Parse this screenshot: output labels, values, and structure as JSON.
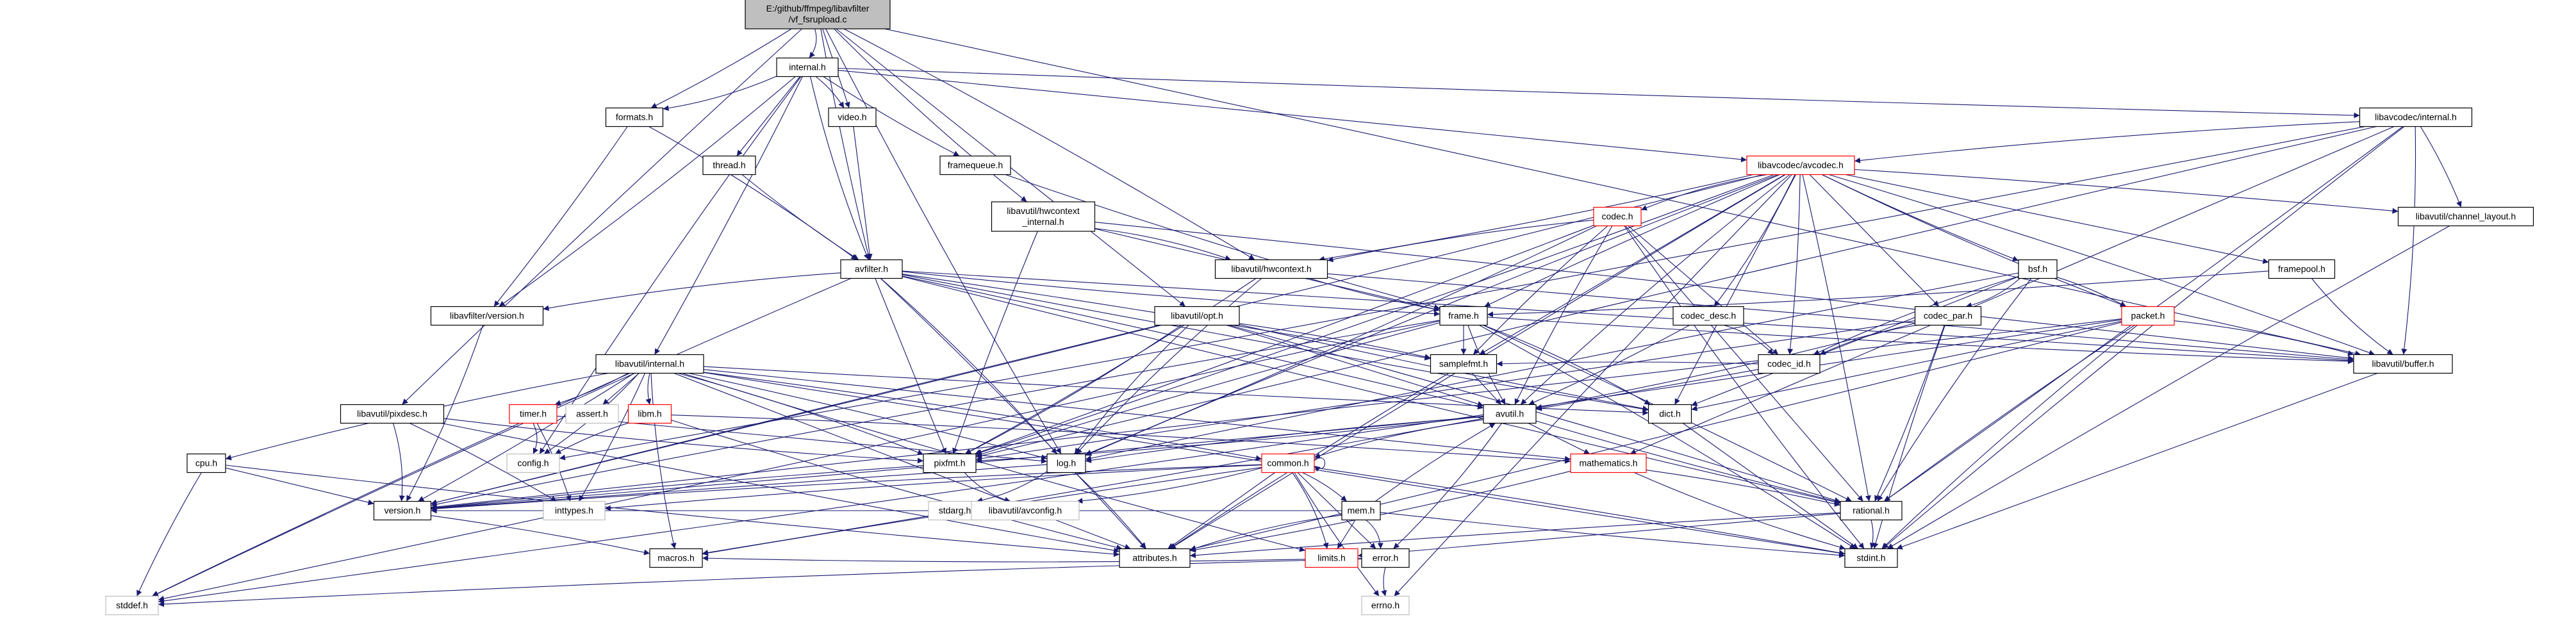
{
  "graph": {
    "root": "E:/github/ffmpeg/libavfilter/vf_fsrupload.c",
    "nodes": [
      {
        "id": "root",
        "lines": [
          "E:/github/ffmpeg/libavfilter",
          "/vf_fsrupload.c"
        ],
        "kind": "root"
      },
      {
        "id": "internal_h",
        "lines": [
          "internal.h"
        ],
        "kind": "normal"
      },
      {
        "id": "formats_h",
        "lines": [
          "formats.h"
        ],
        "kind": "normal"
      },
      {
        "id": "video_h",
        "lines": [
          "video.h"
        ],
        "kind": "normal"
      },
      {
        "id": "thread_h",
        "lines": [
          "thread.h"
        ],
        "kind": "normal"
      },
      {
        "id": "framequeue_h",
        "lines": [
          "framequeue.h"
        ],
        "kind": "normal"
      },
      {
        "id": "hwcontext_internal_h",
        "lines": [
          "libavutil/hwcontext",
          "_internal.h"
        ],
        "kind": "normal"
      },
      {
        "id": "avfilter_h",
        "lines": [
          "avfilter.h"
        ],
        "kind": "normal"
      },
      {
        "id": "lavfi_version_h",
        "lines": [
          "libavfilter/version.h"
        ],
        "kind": "normal"
      },
      {
        "id": "lavu_internal_h",
        "lines": [
          "libavutil/internal.h"
        ],
        "kind": "normal"
      },
      {
        "id": "pixdesc_h",
        "lines": [
          "libavutil/pixdesc.h"
        ],
        "kind": "normal"
      },
      {
        "id": "cpu_h",
        "lines": [
          "cpu.h"
        ],
        "kind": "normal"
      },
      {
        "id": "timer_h",
        "lines": [
          "timer.h"
        ],
        "kind": "missing"
      },
      {
        "id": "assert_h",
        "lines": [
          "assert.h"
        ],
        "kind": "plain"
      },
      {
        "id": "libm_h",
        "lines": [
          "libm.h"
        ],
        "kind": "missing"
      },
      {
        "id": "config_h",
        "lines": [
          "config.h"
        ],
        "kind": "plain"
      },
      {
        "id": "inttypes_h",
        "lines": [
          "inttypes.h"
        ],
        "kind": "plain"
      },
      {
        "id": "version_h",
        "lines": [
          "version.h"
        ],
        "kind": "normal"
      },
      {
        "id": "macros_h",
        "lines": [
          "macros.h"
        ],
        "kind": "normal"
      },
      {
        "id": "stddef_h",
        "lines": [
          "stddef.h"
        ],
        "kind": "plain"
      },
      {
        "id": "hwcontext_h",
        "lines": [
          "libavutil/hwcontext.h"
        ],
        "kind": "normal"
      },
      {
        "id": "opt_h",
        "lines": [
          "libavutil/opt.h"
        ],
        "kind": "normal"
      },
      {
        "id": "frame_h",
        "lines": [
          "frame.h"
        ],
        "kind": "normal"
      },
      {
        "id": "samplefmt_h",
        "lines": [
          "samplefmt.h"
        ],
        "kind": "normal"
      },
      {
        "id": "avutil_h",
        "lines": [
          "avutil.h"
        ],
        "kind": "normal"
      },
      {
        "id": "dict_h",
        "lines": [
          "dict.h"
        ],
        "kind": "normal"
      },
      {
        "id": "pixfmt_h",
        "lines": [
          "pixfmt.h"
        ],
        "kind": "normal"
      },
      {
        "id": "log_h",
        "lines": [
          "log.h"
        ],
        "kind": "normal"
      },
      {
        "id": "common_h",
        "lines": [
          "common.h"
        ],
        "kind": "missing"
      },
      {
        "id": "stdarg_h",
        "lines": [
          "stdarg.h"
        ],
        "kind": "plain"
      },
      {
        "id": "avconfig_h",
        "lines": [
          "libavutil/avconfig.h"
        ],
        "kind": "plain"
      },
      {
        "id": "mathematics_h",
        "lines": [
          "mathematics.h"
        ],
        "kind": "missing"
      },
      {
        "id": "mem_h",
        "lines": [
          "mem.h"
        ],
        "kind": "normal"
      },
      {
        "id": "attributes_h",
        "lines": [
          "attributes.h"
        ],
        "kind": "normal"
      },
      {
        "id": "limits_h",
        "lines": [
          "limits.h"
        ],
        "kind": "missing"
      },
      {
        "id": "error_h",
        "lines": [
          "error.h"
        ],
        "kind": "normal"
      },
      {
        "id": "errno_h",
        "lines": [
          "errno.h"
        ],
        "kind": "plain"
      },
      {
        "id": "rational_h",
        "lines": [
          "rational.h"
        ],
        "kind": "normal"
      },
      {
        "id": "stdint_h",
        "lines": [
          "stdint.h"
        ],
        "kind": "normal"
      },
      {
        "id": "avcodec_h",
        "lines": [
          "libavcodec/avcodec.h"
        ],
        "kind": "missing"
      },
      {
        "id": "lavc_internal_h",
        "lines": [
          "libavcodec/internal.h"
        ],
        "kind": "normal"
      },
      {
        "id": "codec_h",
        "lines": [
          "codec.h"
        ],
        "kind": "missing"
      },
      {
        "id": "codec_desc_h",
        "lines": [
          "codec_desc.h"
        ],
        "kind": "normal"
      },
      {
        "id": "codec_id_h",
        "lines": [
          "codec_id.h"
        ],
        "kind": "normal"
      },
      {
        "id": "codec_par_h",
        "lines": [
          "codec_par.h"
        ],
        "kind": "normal"
      },
      {
        "id": "bsf_h",
        "lines": [
          "bsf.h"
        ],
        "kind": "normal"
      },
      {
        "id": "packet_h",
        "lines": [
          "packet.h"
        ],
        "kind": "missing"
      },
      {
        "id": "buffer_h",
        "lines": [
          "libavutil/buffer.h"
        ],
        "kind": "normal"
      },
      {
        "id": "channel_layout_h",
        "lines": [
          "libavutil/channel_layout.h"
        ],
        "kind": "normal"
      },
      {
        "id": "framepool_h",
        "lines": [
          "framepool.h"
        ],
        "kind": "normal"
      }
    ],
    "edges": [
      [
        "root",
        "internal_h"
      ],
      [
        "root",
        "formats_h"
      ],
      [
        "root",
        "video_h"
      ],
      [
        "root",
        "avfilter_h"
      ],
      [
        "root",
        "hwcontext_internal_h"
      ],
      [
        "root",
        "hwcontext_h"
      ],
      [
        "root",
        "buffer_h"
      ],
      [
        "root",
        "opt_h"
      ],
      [
        "root",
        "pixdesc_h"
      ],
      [
        "root",
        "log_h"
      ],
      [
        "internal_h",
        "formats_h"
      ],
      [
        "internal_h",
        "video_h"
      ],
      [
        "internal_h",
        "thread_h"
      ],
      [
        "internal_h",
        "framequeue_h"
      ],
      [
        "internal_h",
        "avfilter_h"
      ],
      [
        "internal_h",
        "lavfi_version_h"
      ],
      [
        "internal_h",
        "lavu_internal_h"
      ],
      [
        "internal_h",
        "avcodec_h"
      ],
      [
        "internal_h",
        "lavc_internal_h"
      ],
      [
        "internal_h",
        "config_h"
      ],
      [
        "formats_h",
        "avfilter_h"
      ],
      [
        "formats_h",
        "lavfi_version_h"
      ],
      [
        "video_h",
        "avfilter_h"
      ],
      [
        "thread_h",
        "avfilter_h"
      ],
      [
        "framequeue_h",
        "frame_h"
      ],
      [
        "hwcontext_internal_h",
        "hwcontext_h"
      ],
      [
        "hwcontext_internal_h",
        "buffer_h"
      ],
      [
        "hwcontext_internal_h",
        "frame_h"
      ],
      [
        "hwcontext_internal_h",
        "pixfmt_h"
      ],
      [
        "avfilter_h",
        "lavfi_version_h"
      ],
      [
        "avfilter_h",
        "attributes_h"
      ],
      [
        "avfilter_h",
        "avutil_h"
      ],
      [
        "avfilter_h",
        "buffer_h"
      ],
      [
        "avfilter_h",
        "dict_h"
      ],
      [
        "avfilter_h",
        "frame_h"
      ],
      [
        "avfilter_h",
        "log_h"
      ],
      [
        "avfilter_h",
        "samplefmt_h"
      ],
      [
        "avfilter_h",
        "pixfmt_h"
      ],
      [
        "avfilter_h",
        "rational_h"
      ],
      [
        "avfilter_h",
        "stddef_h"
      ],
      [
        "lavfi_version_h",
        "version_h"
      ],
      [
        "lavu_internal_h",
        "timer_h"
      ],
      [
        "lavu_internal_h",
        "assert_h"
      ],
      [
        "lavu_internal_h",
        "libm_h"
      ],
      [
        "lavu_internal_h",
        "cpu_h"
      ],
      [
        "lavu_internal_h",
        "config_h"
      ],
      [
        "lavu_internal_h",
        "inttypes_h"
      ],
      [
        "lavu_internal_h",
        "attributes_h"
      ],
      [
        "lavu_internal_h",
        "dict_h"
      ],
      [
        "lavu_internal_h",
        "macros_h"
      ],
      [
        "lavu_internal_h",
        "pixfmt_h"
      ],
      [
        "lavu_internal_h",
        "version_h"
      ],
      [
        "lavu_internal_h",
        "stdint_h"
      ],
      [
        "lavu_internal_h",
        "stddef_h"
      ],
      [
        "lavu_internal_h",
        "limits_h"
      ],
      [
        "lavu_internal_h",
        "common_h"
      ],
      [
        "lavu_internal_h",
        "log_h"
      ],
      [
        "lavu_internal_h",
        "mathematics_h"
      ],
      [
        "pixdesc_h",
        "attributes_h"
      ],
      [
        "pixdesc_h",
        "pixfmt_h"
      ],
      [
        "pixdesc_h",
        "version_h"
      ],
      [
        "pixdesc_h",
        "inttypes_h"
      ],
      [
        "cpu_h",
        "version_h"
      ],
      [
        "cpu_h",
        "stddef_h"
      ],
      [
        "cpu_h",
        "attributes_h"
      ],
      [
        "timer_h",
        "config_h"
      ],
      [
        "timer_h",
        "inttypes_h"
      ],
      [
        "timer_h",
        "log_h"
      ],
      [
        "libm_h",
        "config_h"
      ],
      [
        "libm_h",
        "attributes_h"
      ],
      [
        "libm_h",
        "mathematics_h"
      ],
      [
        "version_h",
        "macros_h"
      ],
      [
        "hwcontext_h",
        "buffer_h"
      ],
      [
        "hwcontext_h",
        "frame_h"
      ],
      [
        "hwcontext_h",
        "log_h"
      ],
      [
        "hwcontext_h",
        "pixfmt_h"
      ],
      [
        "opt_h",
        "rational_h"
      ],
      [
        "opt_h",
        "avutil_h"
      ],
      [
        "opt_h",
        "dict_h"
      ],
      [
        "opt_h",
        "log_h"
      ],
      [
        "opt_h",
        "pixfmt_h"
      ],
      [
        "opt_h",
        "samplefmt_h"
      ],
      [
        "opt_h",
        "version_h"
      ],
      [
        "frame_h",
        "avutil_h"
      ],
      [
        "frame_h",
        "buffer_h"
      ],
      [
        "frame_h",
        "dict_h"
      ],
      [
        "frame_h",
        "rational_h"
      ],
      [
        "frame_h",
        "samplefmt_h"
      ],
      [
        "frame_h",
        "pixfmt_h"
      ],
      [
        "frame_h",
        "version_h"
      ],
      [
        "frame_h",
        "stdint_h"
      ],
      [
        "frame_h",
        "stddef_h"
      ],
      [
        "samplefmt_h",
        "avutil_h"
      ],
      [
        "samplefmt_h",
        "attributes_h"
      ],
      [
        "avutil_h",
        "common_h"
      ],
      [
        "avutil_h",
        "error_h"
      ],
      [
        "avutil_h",
        "version_h"
      ],
      [
        "avutil_h",
        "mathematics_h"
      ],
      [
        "avutil_h",
        "rational_h"
      ],
      [
        "avutil_h",
        "log_h"
      ],
      [
        "avutil_h",
        "pixfmt_h"
      ],
      [
        "avutil_h",
        "macros_h"
      ],
      [
        "dict_h",
        "stdint_h"
      ],
      [
        "pixfmt_h",
        "version_h"
      ],
      [
        "pixfmt_h",
        "avconfig_h"
      ],
      [
        "log_h",
        "stdarg_h"
      ],
      [
        "log_h",
        "attributes_h"
      ],
      [
        "log_h",
        "version_h"
      ],
      [
        "common_h",
        "errno_h"
      ],
      [
        "common_h",
        "inttypes_h"
      ],
      [
        "common_h",
        "limits_h"
      ],
      [
        "common_h",
        "stdint_h"
      ],
      [
        "common_h",
        "attributes_h"
      ],
      [
        "common_h",
        "macros_h"
      ],
      [
        "common_h",
        "version_h"
      ],
      [
        "common_h",
        "avconfig_h"
      ],
      [
        "common_h",
        "mem_h"
      ],
      [
        "common_h",
        "error_h"
      ],
      [
        "common_h",
        "common_h"
      ],
      [
        "mathematics_h",
        "stdint_h"
      ],
      [
        "mathematics_h",
        "attributes_h"
      ],
      [
        "mathematics_h",
        "rational_h"
      ],
      [
        "mem_h",
        "limits_h"
      ],
      [
        "mem_h",
        "stdint_h"
      ],
      [
        "mem_h",
        "attributes_h"
      ],
      [
        "mem_h",
        "error_h"
      ],
      [
        "mem_h",
        "avutil_h"
      ],
      [
        "mem_h",
        "version_h"
      ],
      [
        "error_h",
        "errno_h"
      ],
      [
        "error_h",
        "stddef_h"
      ],
      [
        "error_h",
        "macros_h"
      ],
      [
        "rational_h",
        "stdint_h"
      ],
      [
        "rational_h",
        "limits_h"
      ],
      [
        "rational_h",
        "attributes_h"
      ],
      [
        "avcodec_h",
        "codec_h"
      ],
      [
        "avcodec_h",
        "codec_desc_h"
      ],
      [
        "avcodec_h",
        "codec_id_h"
      ],
      [
        "avcodec_h",
        "codec_par_h"
      ],
      [
        "avcodec_h",
        "bsf_h"
      ],
      [
        "avcodec_h",
        "packet_h"
      ],
      [
        "avcodec_h",
        "buffer_h"
      ],
      [
        "avcodec_h",
        "channel_layout_h"
      ],
      [
        "avcodec_h",
        "dict_h"
      ],
      [
        "avcodec_h",
        "frame_h"
      ],
      [
        "avcodec_h",
        "log_h"
      ],
      [
        "avcodec_h",
        "pixfmt_h"
      ],
      [
        "avcodec_h",
        "rational_h"
      ],
      [
        "avcodec_h",
        "samplefmt_h"
      ],
      [
        "avcodec_h",
        "attributes_h"
      ],
      [
        "avcodec_h",
        "avutil_h"
      ],
      [
        "avcodec_h",
        "hwcontext_h"
      ],
      [
        "avcodec_h",
        "version_h"
      ],
      [
        "avcodec_h",
        "framepool_h"
      ],
      [
        "avcodec_h",
        "errno_h"
      ],
      [
        "lavc_internal_h",
        "avcodec_h"
      ],
      [
        "lavc_internal_h",
        "buffer_h"
      ],
      [
        "lavc_internal_h",
        "channel_layout_h"
      ],
      [
        "lavc_internal_h",
        "mathematics_h"
      ],
      [
        "lavc_internal_h",
        "pixfmt_h"
      ],
      [
        "lavc_internal_h",
        "stdint_h"
      ],
      [
        "lavc_internal_h",
        "config_h"
      ],
      [
        "lavc_internal_h",
        "rational_h"
      ],
      [
        "codec_h",
        "codec_id_h"
      ],
      [
        "codec_h",
        "avutil_h"
      ],
      [
        "codec_h",
        "hwcontext_h"
      ],
      [
        "codec_h",
        "log_h"
      ],
      [
        "codec_h",
        "pixfmt_h"
      ],
      [
        "codec_h",
        "rational_h"
      ],
      [
        "codec_h",
        "samplefmt_h"
      ],
      [
        "codec_h",
        "stdint_h"
      ],
      [
        "codec_desc_h",
        "codec_id_h"
      ],
      [
        "codec_desc_h",
        "avutil_h"
      ],
      [
        "codec_id_h",
        "avutil_h"
      ],
      [
        "codec_id_h",
        "samplefmt_h"
      ],
      [
        "codec_par_h",
        "codec_id_h"
      ],
      [
        "codec_par_h",
        "avutil_h"
      ],
      [
        "codec_par_h",
        "rational_h"
      ],
      [
        "codec_par_h",
        "pixfmt_h"
      ],
      [
        "codec_par_h",
        "stdint_h"
      ],
      [
        "bsf_h",
        "codec_id_h"
      ],
      [
        "bsf_h",
        "codec_par_h"
      ],
      [
        "bsf_h",
        "packet_h"
      ],
      [
        "bsf_h",
        "dict_h"
      ],
      [
        "bsf_h",
        "log_h"
      ],
      [
        "bsf_h",
        "rational_h"
      ],
      [
        "packet_h",
        "buffer_h"
      ],
      [
        "packet_h",
        "attributes_h"
      ],
      [
        "packet_h",
        "dict_h"
      ],
      [
        "packet_h",
        "rational_h"
      ],
      [
        "packet_h",
        "stdint_h"
      ],
      [
        "packet_h",
        "stddef_h"
      ],
      [
        "packet_h",
        "version_h"
      ],
      [
        "buffer_h",
        "stdint_h"
      ],
      [
        "channel_layout_h",
        "stdint_h"
      ],
      [
        "framepool_h",
        "buffer_h"
      ],
      [
        "framepool_h",
        "frame_h"
      ]
    ]
  }
}
